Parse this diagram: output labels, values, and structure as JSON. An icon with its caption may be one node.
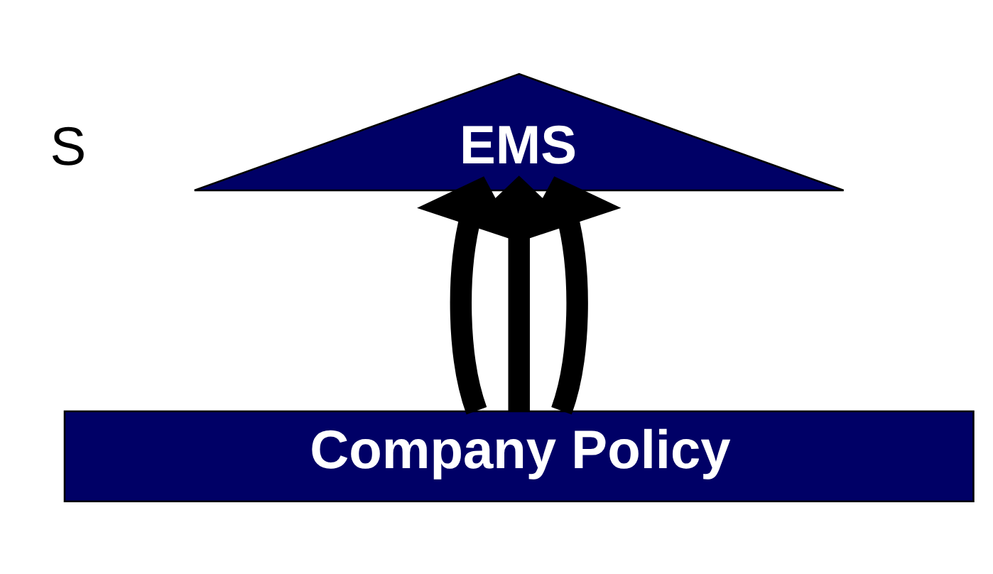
{
  "diagram": {
    "nodes": [
      {
        "text": [
          "EMS"
        ]
      },
      {
        "text": [
          "Company Policy"
        ]
      }
    ],
    "edges": [
      {
        "from": 1,
        "to": 0,
        "arrow": "to"
      },
      {
        "from": 1,
        "to": 0,
        "arrow": "to"
      },
      {
        "from": 1,
        "to": 0,
        "arrow": "to"
      }
    ],
    "labels": [
      "S"
    ]
  }
}
